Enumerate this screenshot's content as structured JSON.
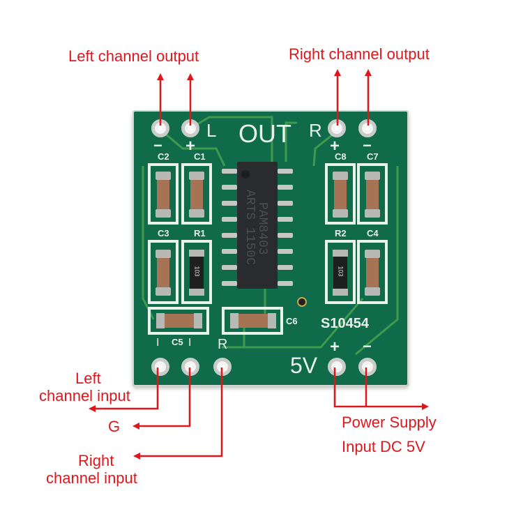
{
  "labels": {
    "left_output": "Left channel output",
    "right_output": "Right channel output",
    "left_input_line1": "Left",
    "left_input_line2": "channel input",
    "ground": "G",
    "right_input_line1": "Right",
    "right_input_line2": "channel input",
    "power_line1": "Power Supply",
    "power_line2": "Input DC 5V"
  },
  "board": {
    "out_label": "OUT",
    "left_marker": "L",
    "right_marker": "R",
    "minus": "−",
    "plus": "+",
    "chip_line1": "PAM8403",
    "chip_line2": "ARTS 1150C",
    "serial": "S10454",
    "voltage": "5V",
    "input_l": "I",
    "input_g": "I",
    "input_r": "R",
    "components": {
      "c1": "C1",
      "c2": "C2",
      "c3": "C3",
      "c4": "C4",
      "c5": "C5",
      "c6": "C6",
      "c7": "C7",
      "c8": "C8",
      "r1": "R1",
      "r2": "R2"
    },
    "resistor_code": "103"
  },
  "colors": {
    "annotation": "#e0161d",
    "pcb": "#0f6b4a",
    "silkscreen": "#e9f1ec"
  }
}
